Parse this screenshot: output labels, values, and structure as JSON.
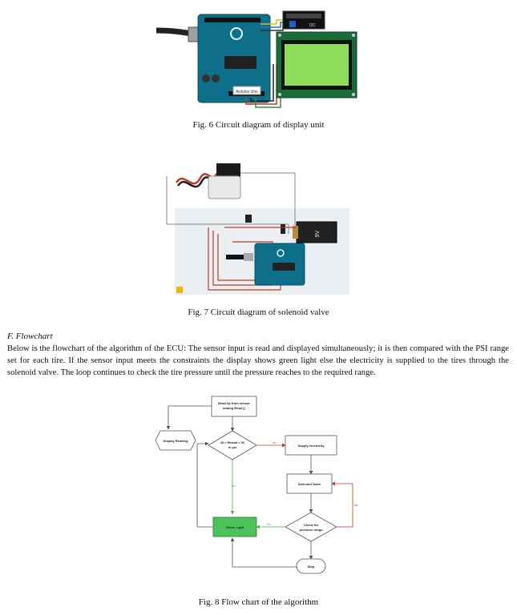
{
  "figures": {
    "fig6": {
      "caption": "Fig. 6 Circuit diagram of display unit",
      "arduino_label": "Arduino Uno",
      "lcd_module_label": "I2C"
    },
    "fig7": {
      "caption": "Fig. 7 Circuit diagram of solenoid valve",
      "battery_label": "9V"
    },
    "fig8": {
      "caption": "Fig. 8 Flow chart of the algorithm",
      "nodes": {
        "read": "Read i/p from sensor analog Read ()",
        "read_line1": "Read i/p from sensor",
        "read_line2": "analog Read ()",
        "display": "Display Reading",
        "decision1_line1": "28 < Rmead < 36",
        "decision1_line2": "in psi",
        "supply": "Supply electricity",
        "solenoid": "Solenoid Valve",
        "check_line1": "Check for",
        "check_line2": "pressure range",
        "green": "Green Light",
        "stop": "Stop"
      },
      "edges": {
        "yes_down": "Yes",
        "no_right": "No",
        "no_loop": "No",
        "yes_left": "Yes"
      },
      "colors": {
        "green_box": "#4cc25a",
        "red_edge": "#c0392b",
        "green_edge": "#5aa95a",
        "node_border": "#555555"
      }
    }
  },
  "section": {
    "heading": "F.   Flowchart",
    "body": "Below is the flowchart of the algorithm of the ECU: The sensor input is read and displayed simultaneously; it is then compared with the PSI range set for each tire. If the sensor input meets the constraints the display shows green light else the electricity is supplied to the tires through the solenoid valve. The loop continues to check the tire pressure until the pressure reaches to the required range."
  }
}
